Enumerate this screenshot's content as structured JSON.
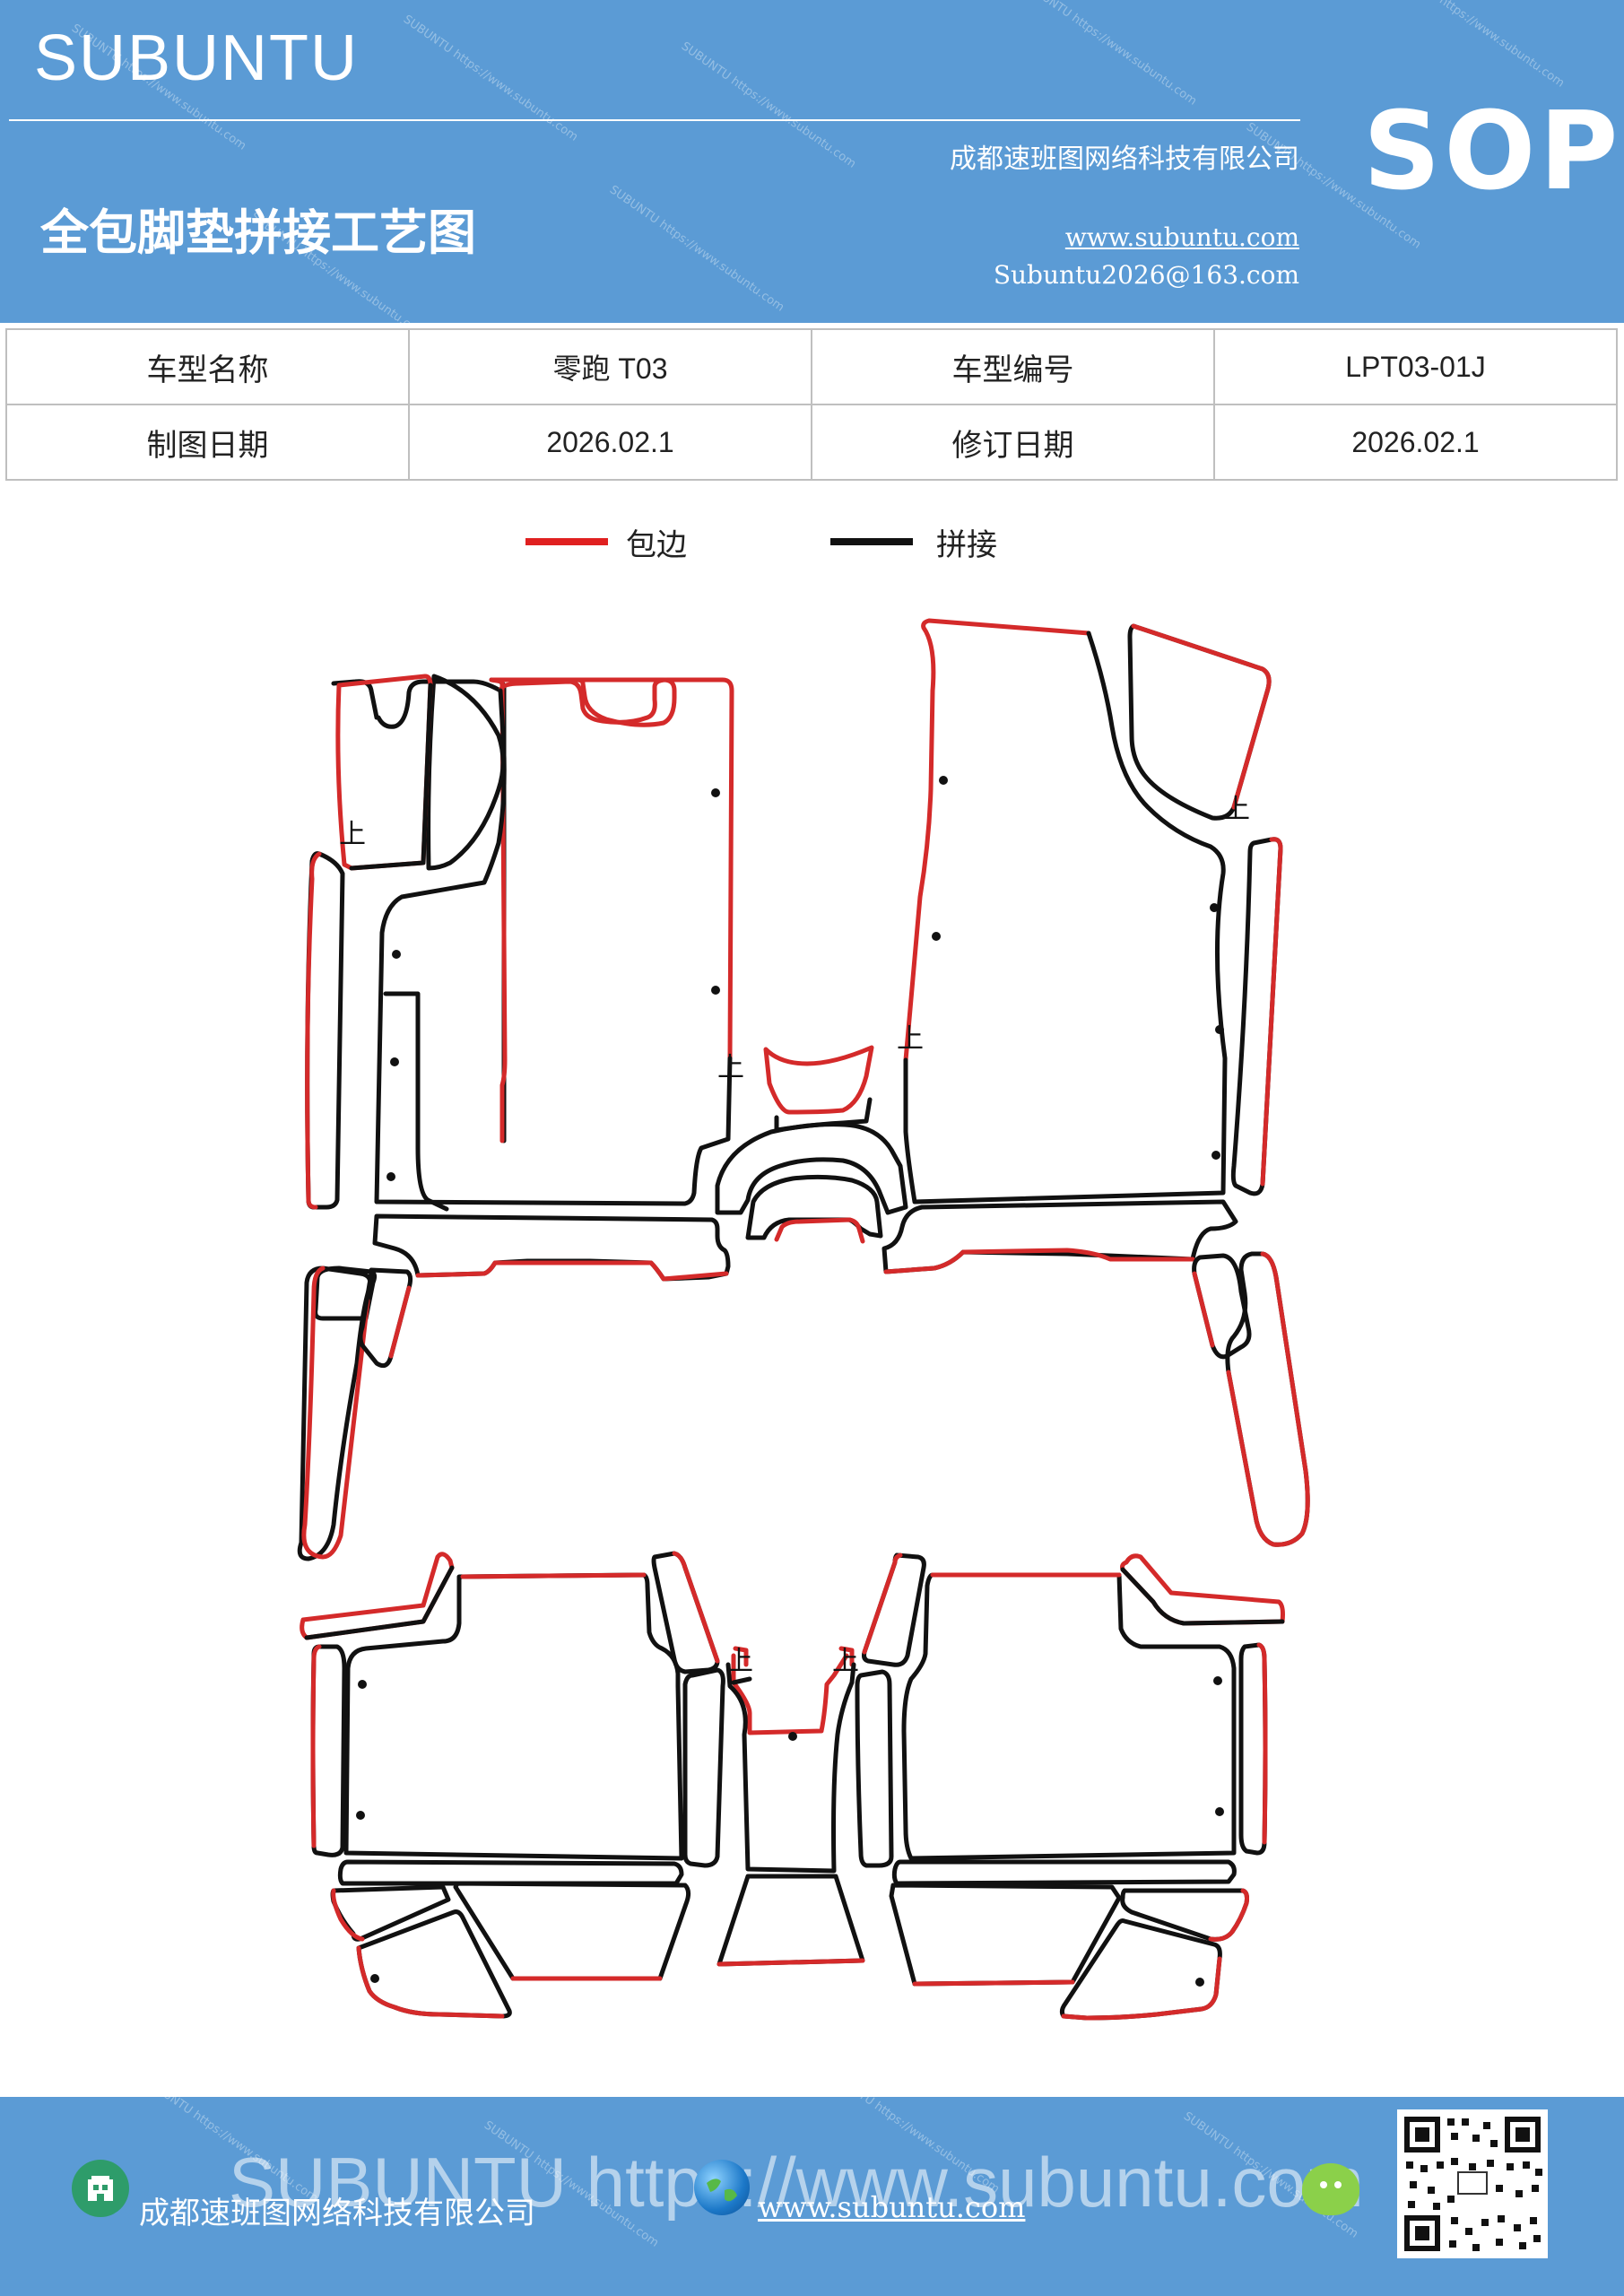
{
  "header": {
    "brand": "SUBUNTU",
    "company": "成都速班图网络科技有限公司",
    "title": "全包脚垫拼接工艺图",
    "website": "www.subuntu.com",
    "email": "Subuntu2026@163.com",
    "badge": "SOP",
    "background_color": "#5b9bd5"
  },
  "info_table": {
    "rows": [
      [
        "车型名称",
        "零跑 T03",
        "车型编号",
        "LPT03-01J"
      ],
      [
        "制图日期",
        "2026.02.1",
        "修订日期",
        "2026.02.1"
      ]
    ]
  },
  "legend": {
    "items": [
      {
        "label": "包边",
        "color": "#e02020"
      },
      {
        "label": "拼接",
        "color": "#111111"
      }
    ]
  },
  "diagram": {
    "marker_label": "上",
    "edge_color": "#d42a2a",
    "seam_color": "#111111"
  },
  "footer": {
    "company": "成都速班图网络科技有限公司",
    "website": "www.subuntu.com",
    "watermark": "SUBUNTU https://www.subuntu.com",
    "icons": [
      "building-icon",
      "globe-icon",
      "wechat-icon",
      "qr-code"
    ]
  }
}
